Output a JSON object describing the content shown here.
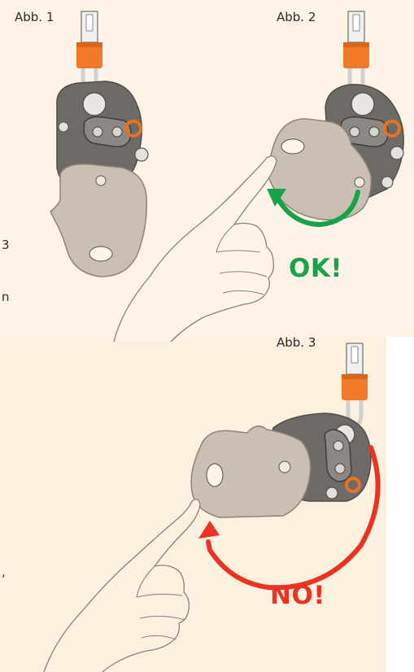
{
  "figures": [
    {
      "caption": "Abb. 1",
      "verdict": ""
    },
    {
      "caption": "Abb. 2",
      "verdict": "OK!"
    },
    {
      "caption": "Abb. 3",
      "verdict": "NO!"
    }
  ],
  "edge_text": [
    "3",
    "n",
    ","
  ],
  "colors": {
    "ok": "#17a34a",
    "no": "#ea3323",
    "connector": "#f07a28",
    "device": "#6d6a67",
    "plate": "#c9bfb2",
    "background": "#fdf4e7"
  },
  "icons": [
    "belay-device",
    "hand-pointing",
    "rotation-arrow"
  ]
}
